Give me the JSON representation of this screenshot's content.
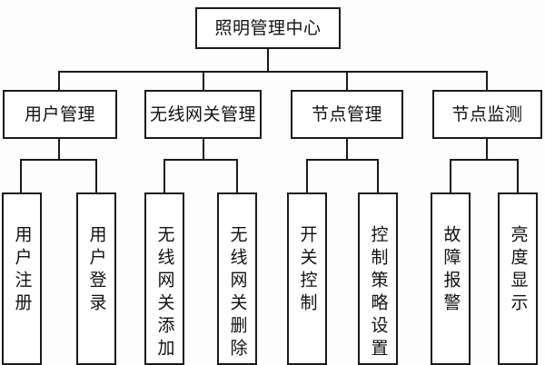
{
  "diagram": {
    "title": "照明管理中心",
    "type": "org-chart",
    "root": {
      "id": "lighting-management-center",
      "label": "照明管理中心"
    },
    "level2": [
      {
        "id": "user-management",
        "label": "用户管理"
      },
      {
        "id": "wireless-gateway-management",
        "label": "无线网关管理"
      },
      {
        "id": "node-management",
        "label": "节点管理"
      },
      {
        "id": "node-monitoring",
        "label": "节点监测"
      }
    ],
    "leaves": [
      {
        "id": "user-registration",
        "label": "用户注册",
        "parent": "user-management"
      },
      {
        "id": "user-login",
        "label": "用户登录",
        "parent": "user-management"
      },
      {
        "id": "wireless-gateway-add",
        "label": "无线网关添加",
        "parent": "wireless-gateway-management"
      },
      {
        "id": "wireless-gateway-delete",
        "label": "无线网关删除",
        "parent": "wireless-gateway-management"
      },
      {
        "id": "switch-control",
        "label": "开关控制",
        "parent": "node-management"
      },
      {
        "id": "control-strategy-setting",
        "label": "控制策略设置",
        "parent": "node-management"
      },
      {
        "id": "fault-alarm",
        "label": "故障报警",
        "parent": "node-monitoring"
      },
      {
        "id": "brightness-display",
        "label": "亮度显示",
        "parent": "node-monitoring"
      }
    ],
    "colors": {
      "border": "#1a1a1a",
      "background": "#fdfdfd",
      "node_fill": "#ffffff",
      "text": "#111111"
    }
  }
}
